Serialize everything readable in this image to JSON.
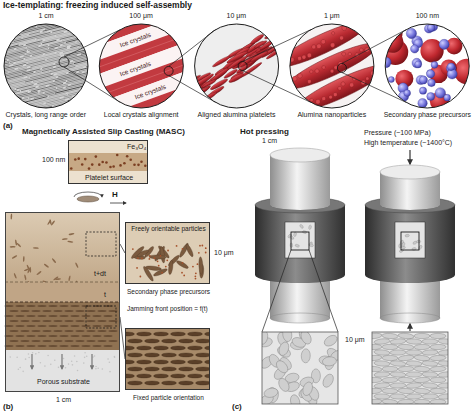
{
  "diagram": {
    "nodes": [
      {
        "text": [
          "1 cm",
          "Crystals, long range order"
        ]
      },
      {
        "text": [
          "100 μm",
          "Ice crystals",
          "Ice crystals",
          "Ice crystals",
          "Local crystals alignment"
        ]
      },
      {
        "text": [
          "10 μm",
          "Aligned alumina platelets"
        ]
      },
      {
        "text": [
          "1 μm",
          "Alumina nanoparticles"
        ]
      },
      {
        "text": [
          "100 nm",
          "Secondary phase precursors"
        ]
      },
      {
        "text": [
          "100 nm",
          "Fe₃O₄",
          "Platelet surface"
        ]
      },
      {
        "text": [
          "t+dt",
          "t",
          "Porous substrate",
          "1 cm"
        ]
      },
      {
        "text": [
          "Freely orientable particles",
          "10 μm",
          "Secondary phase precursors"
        ]
      },
      {
        "text": [
          "Fixed particle orientation"
        ]
      }
    ],
    "edges": [
      {
        "from": 0,
        "to": 1,
        "arrow": "none"
      },
      {
        "from": 1,
        "to": 2,
        "arrow": "none"
      },
      {
        "from": 2,
        "to": 3,
        "arrow": "none"
      },
      {
        "from": 3,
        "to": 4,
        "arrow": "none"
      },
      {
        "from": 6,
        "to": 7,
        "arrow": "none"
      },
      {
        "from": 6,
        "to": 8,
        "arrow": "none"
      }
    ],
    "labels": [
      "Ice-templating: freezing induced self-assembly",
      "(a)",
      "Magnetically Assisted Slip Casting (MASC)",
      "H",
      "Jamming front position = f(t)",
      "(b)",
      "Hot pressing",
      "1 cm",
      "Pressure (~100 MPa)",
      "High temperature (~1400°C)",
      "10 μm",
      "(c)"
    ]
  }
}
